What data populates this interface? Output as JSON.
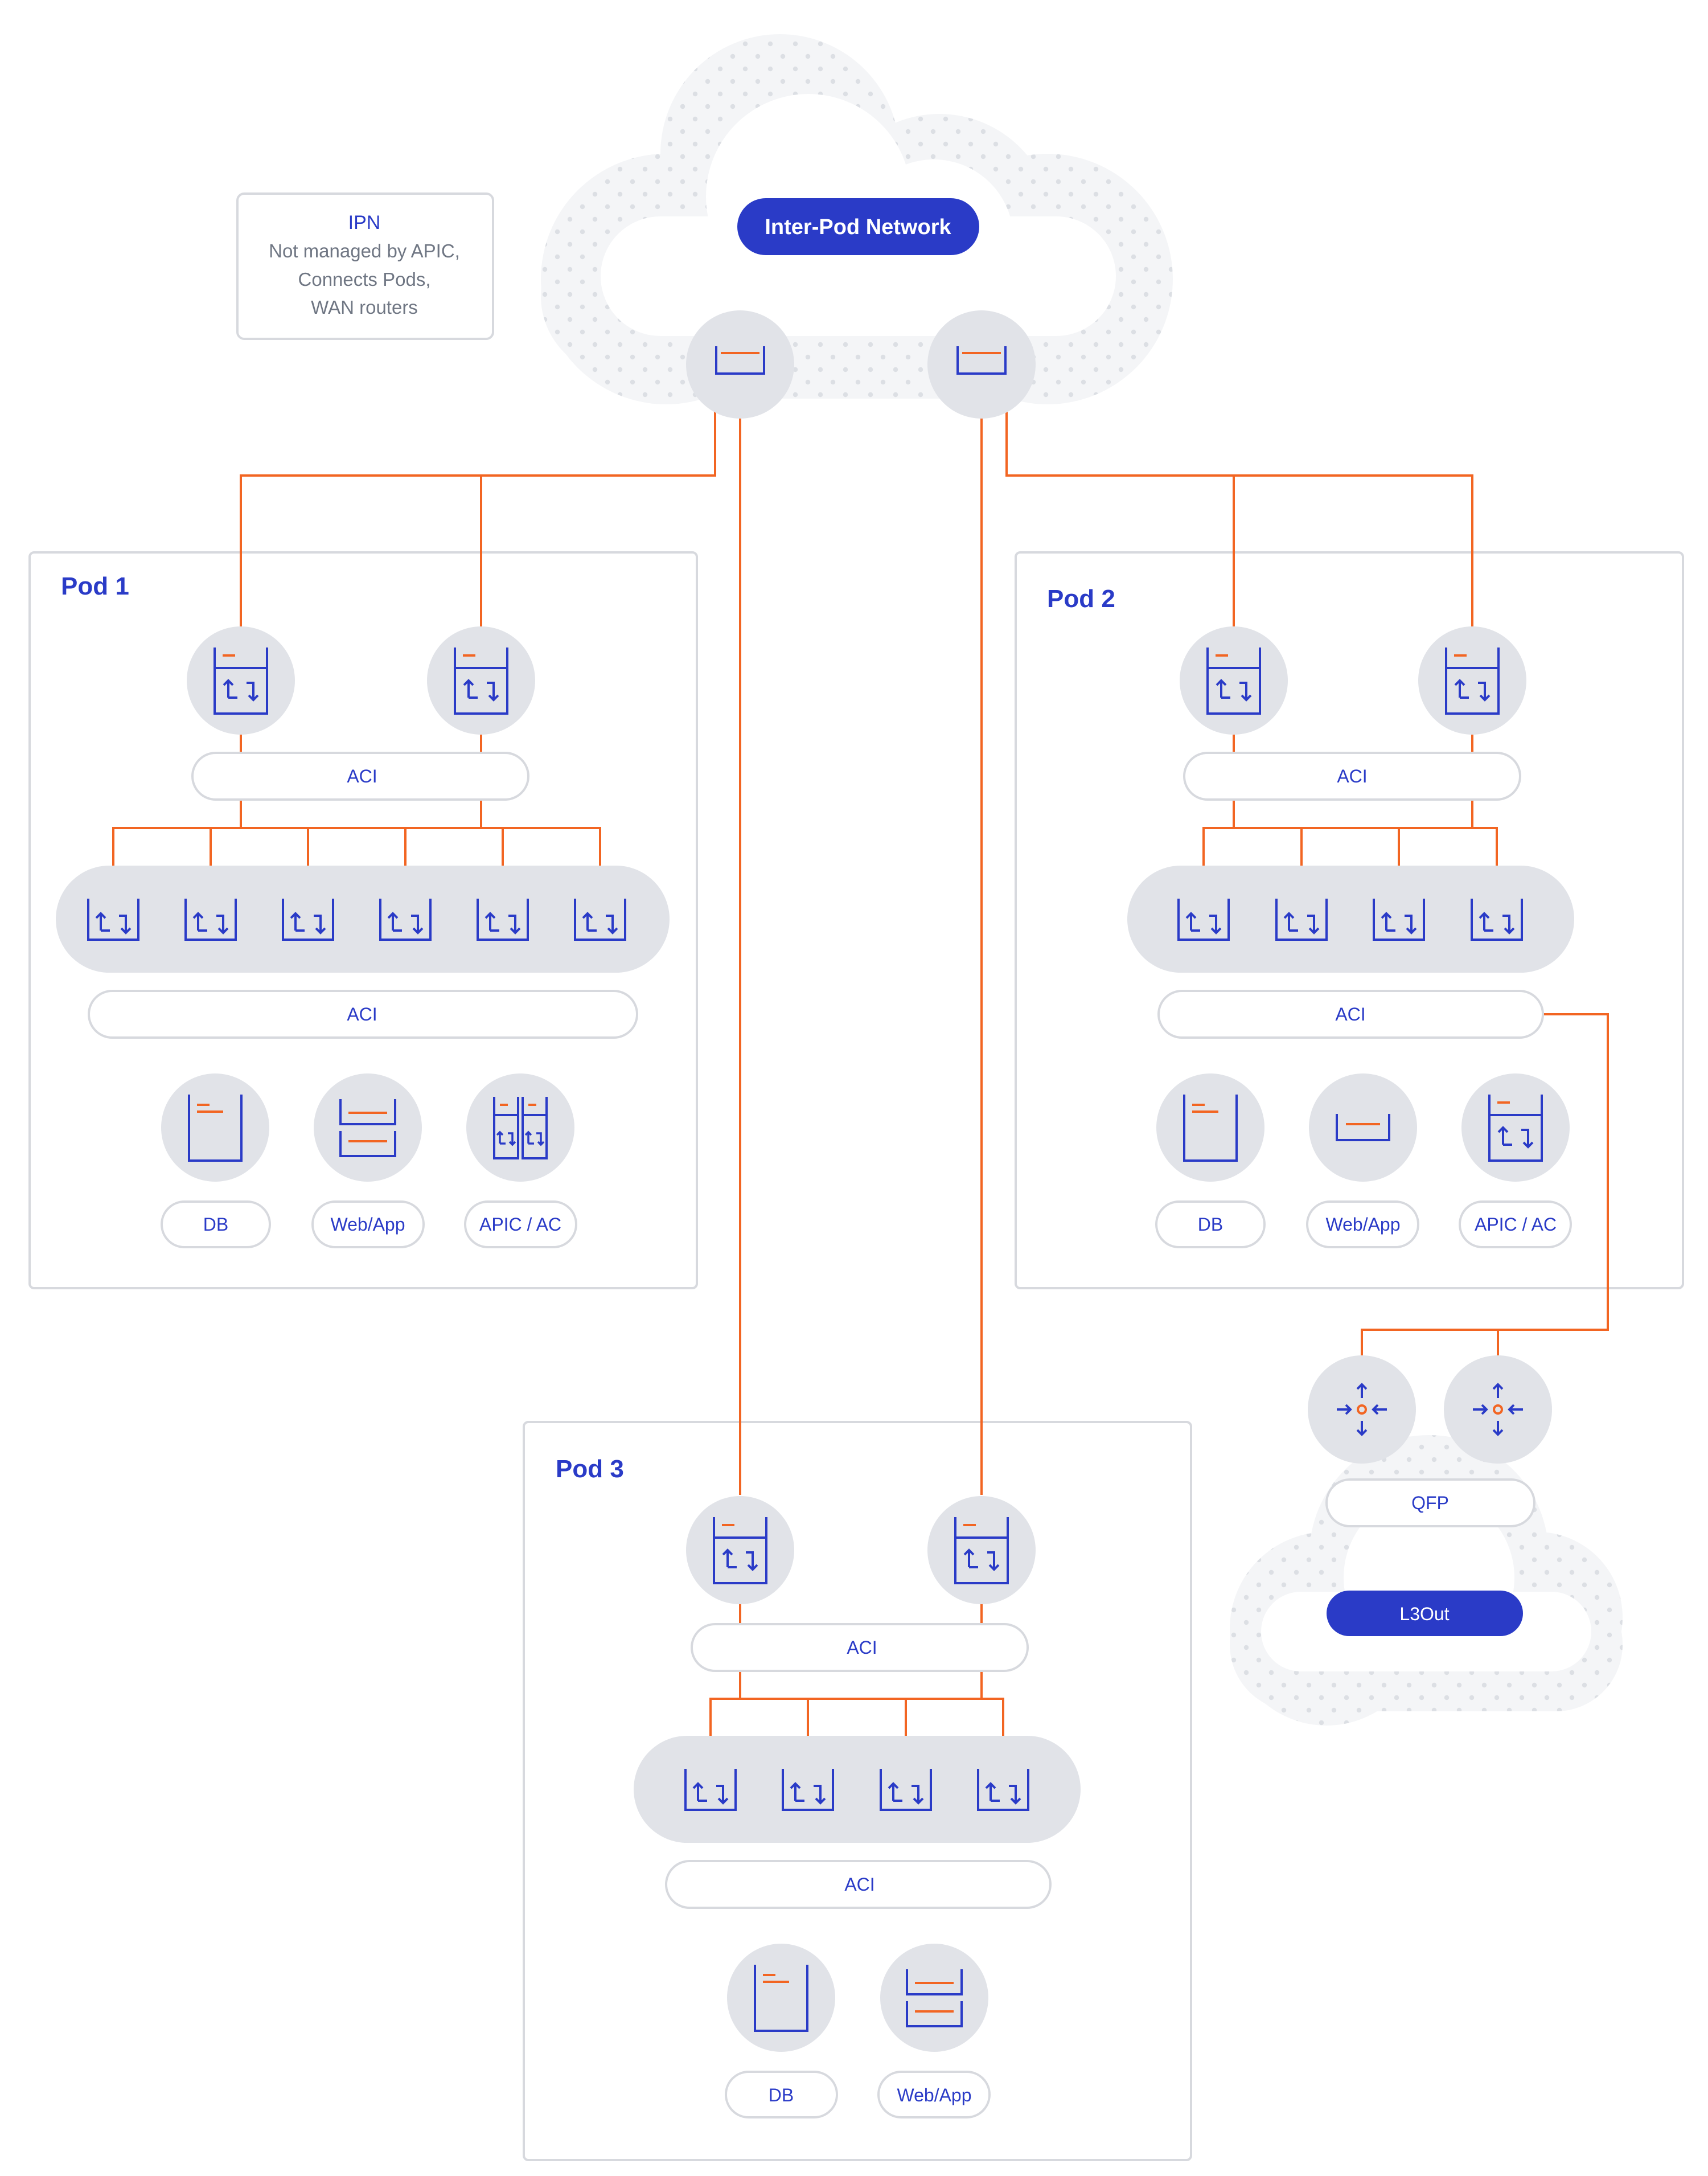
{
  "colors": {
    "accent_blue": "#2a3bc7",
    "link_orange": "#f26522",
    "node_gray": "#e1e3e8",
    "frame_gray": "#d7d9de",
    "text_gray": "#6f7683",
    "cloud_fill": "#f4f5f7",
    "cloud_dots": "#dcdfe4"
  },
  "ipn_note": {
    "title": "IPN",
    "lines": [
      "Not managed by APIC,",
      "Connects Pods,",
      "WAN routers"
    ]
  },
  "inter_pod": {
    "label": "Inter-Pod Network"
  },
  "pod1": {
    "title": "Pod 1",
    "spine_bar": "ACI",
    "leaf_bar": "ACI",
    "endpoints": [
      "DB",
      "Web/App",
      "APIC / AC"
    ]
  },
  "pod2": {
    "title": "Pod 2",
    "spine_bar": "ACI",
    "leaf_bar": "ACI",
    "endpoints": [
      "DB",
      "Web/App",
      "APIC / AC"
    ]
  },
  "pod3": {
    "title": "Pod 3",
    "spine_bar": "ACI",
    "leaf_bar": "ACI",
    "endpoints": [
      "DB",
      "Web/App"
    ]
  },
  "external": {
    "router_bar": "QFP",
    "l3out": "L3Out"
  },
  "icons": {
    "ipn_router": "ipn-router-icon",
    "spine_switch": "spine-switch-icon",
    "leaf_switch": "leaf-switch-icon",
    "database": "database-icon",
    "web_app": "web-app-server-icon",
    "apic": "apic-controller-icon",
    "router": "router-icon"
  }
}
